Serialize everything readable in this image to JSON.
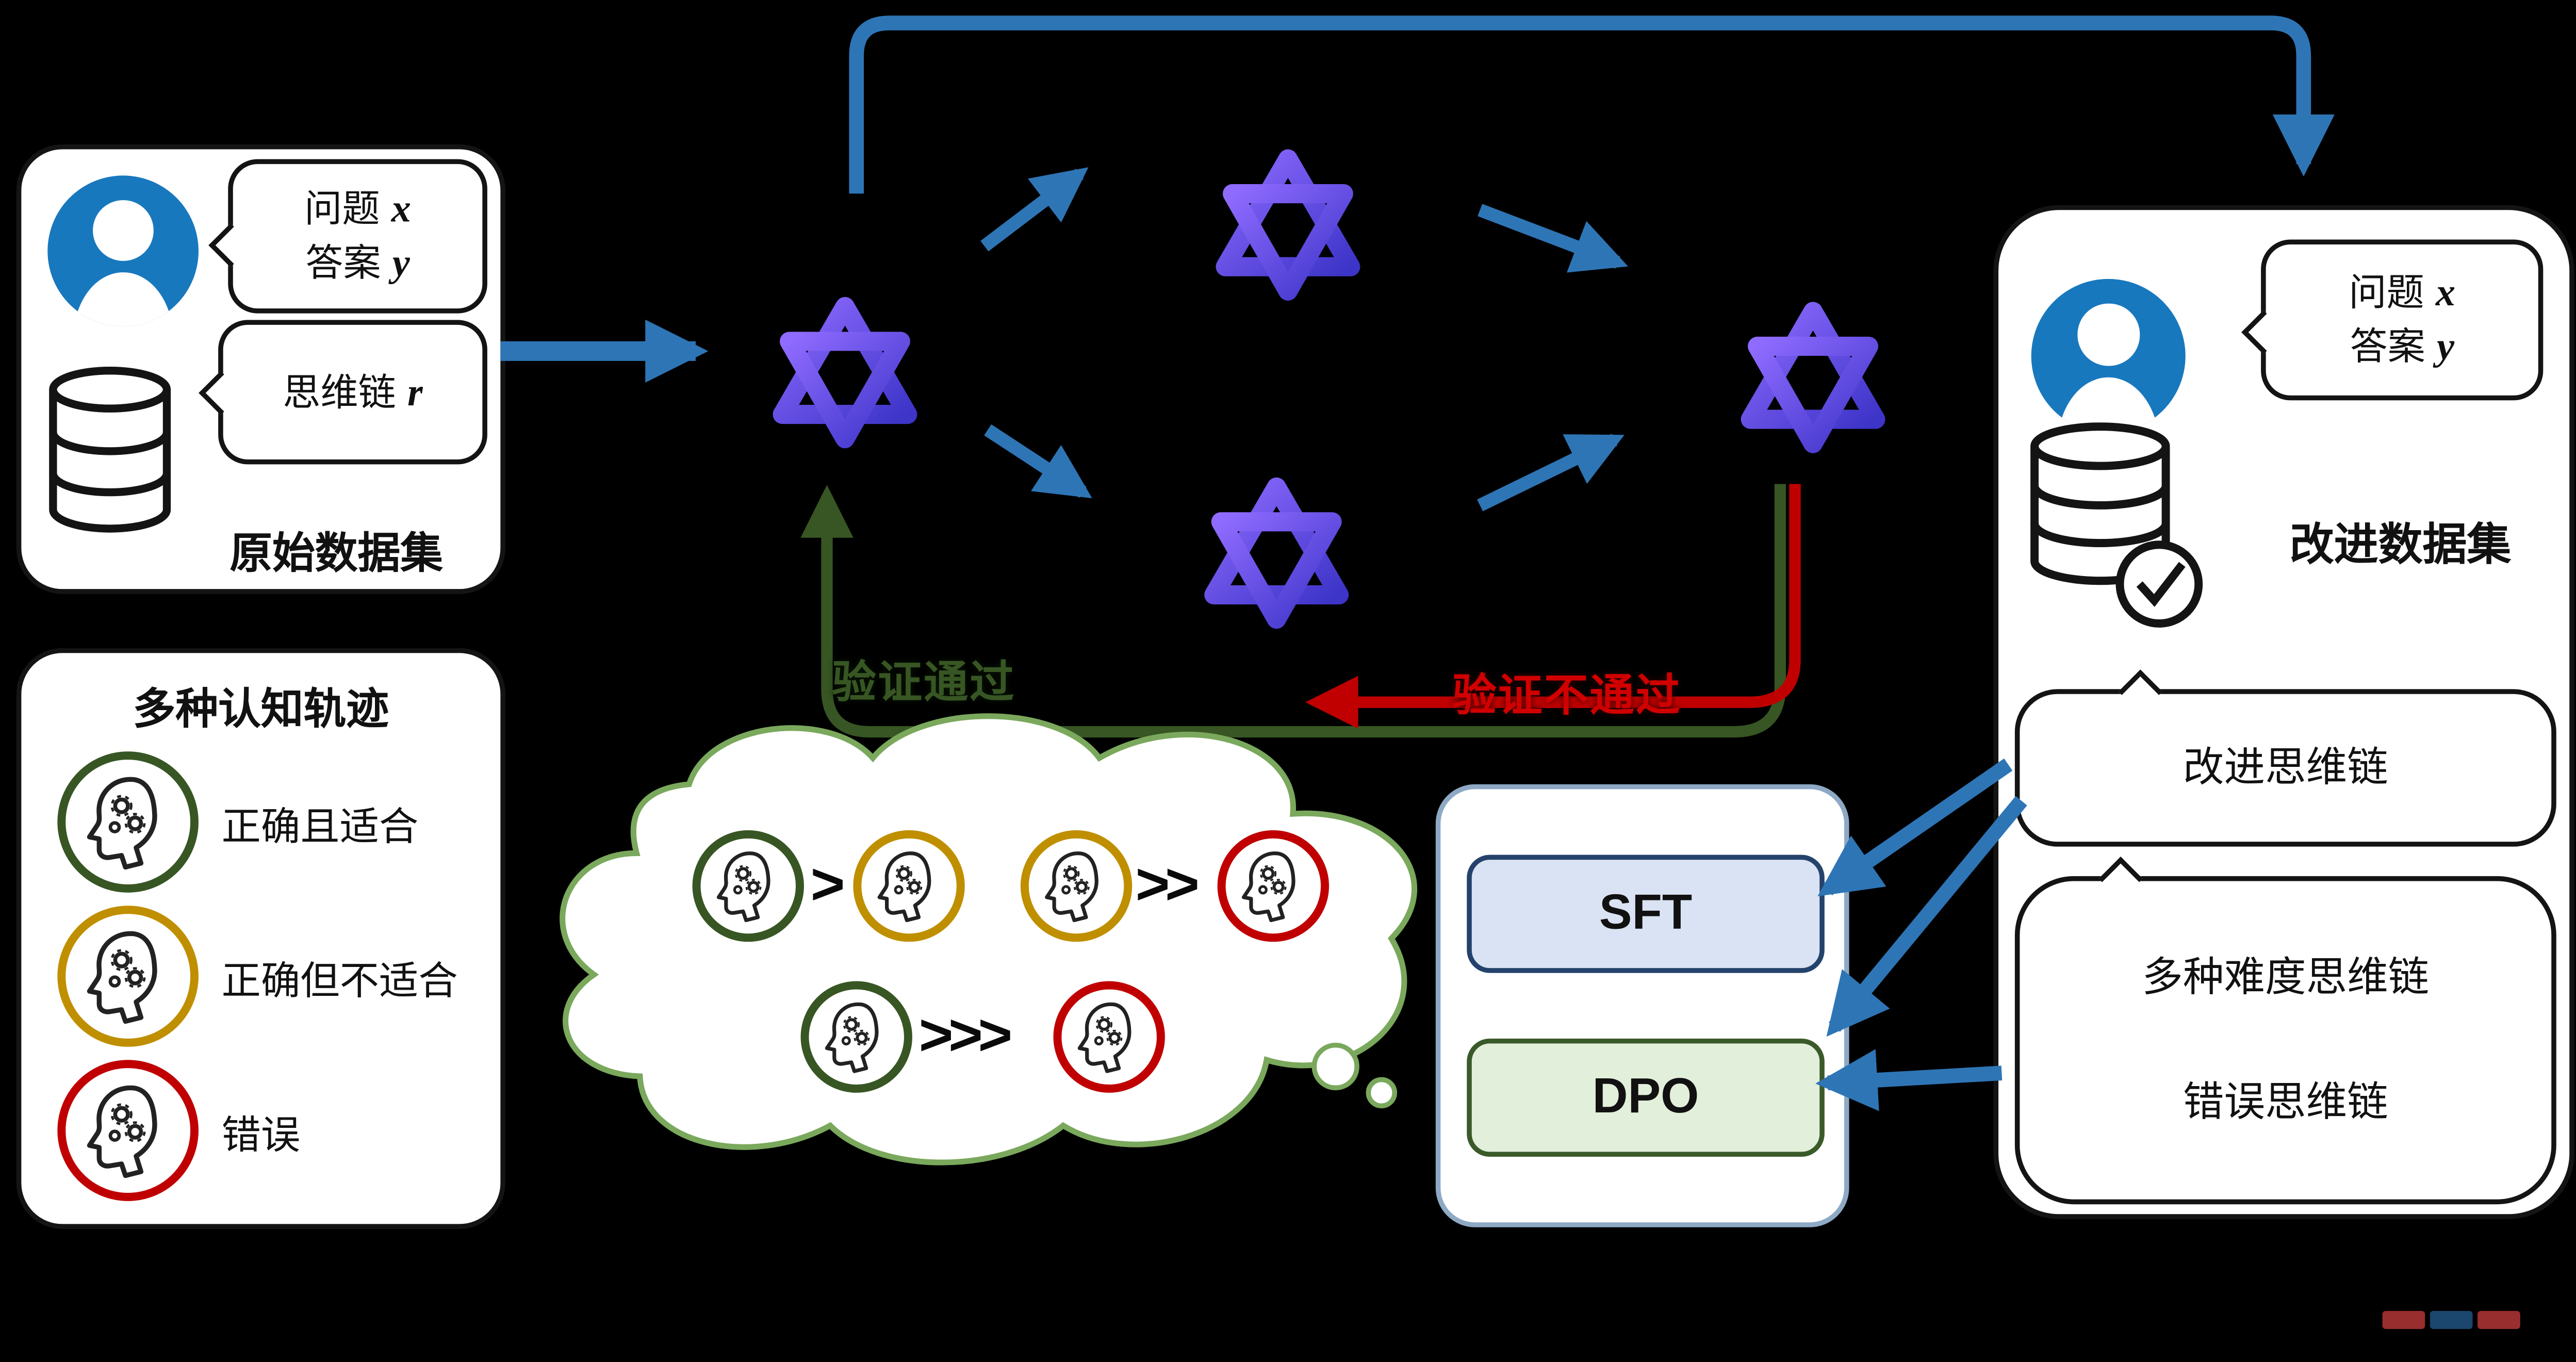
{
  "colors": {
    "background": "#000000",
    "arrow_blue": "#2e75b6",
    "pass_green": "#375623",
    "fail_red": "#c00000",
    "model_gradient_start": "#8f6bff",
    "model_gradient_end": "#3d34c8",
    "sft_fill": "#dae3f3",
    "dpo_fill": "#e2efda",
    "person_blue": "#1878be",
    "cloud_green": "#7aa85c",
    "ring_green": "#375623",
    "ring_yellow": "#bf8f00",
    "ring_red": "#c00000"
  },
  "original_dataset": {
    "qa_bubble": {
      "question_label": "问题",
      "question_var": "x",
      "answer_label": "答案",
      "answer_var": "y"
    },
    "cot_bubble": {
      "label": "思维链",
      "var": "r"
    },
    "title": "原始数据集"
  },
  "trajectories": {
    "title": "多种认知轨迹",
    "items": [
      {
        "label": "正确且适合",
        "ring": "#375623"
      },
      {
        "label": "正确但不适合",
        "ring": "#bf8f00"
      },
      {
        "label": "错误",
        "ring": "#c00000"
      }
    ]
  },
  "verification": {
    "pass_label": "验证通过",
    "fail_label": "验证不通过"
  },
  "cloud": {
    "comparisons": [
      {
        "left": "正确且适合",
        "op": ">",
        "right": "正确但不适合"
      },
      {
        "left": "正确但不适合",
        "op": ">>",
        "right": "错误"
      },
      {
        "left": "正确且适合",
        "op": ">>>",
        "right": "错误"
      }
    ]
  },
  "training": {
    "sft_label": "SFT",
    "dpo_label": "DPO"
  },
  "improved_dataset": {
    "qa_bubble": {
      "question_label": "问题",
      "question_var": "x",
      "answer_label": "答案",
      "answer_var": "y"
    },
    "title": "改进数据集",
    "improved_cot_bubble": "改进思维链",
    "difficulty_bubble": {
      "line1": "多种难度思维链",
      "line2": "错误思维链"
    }
  }
}
